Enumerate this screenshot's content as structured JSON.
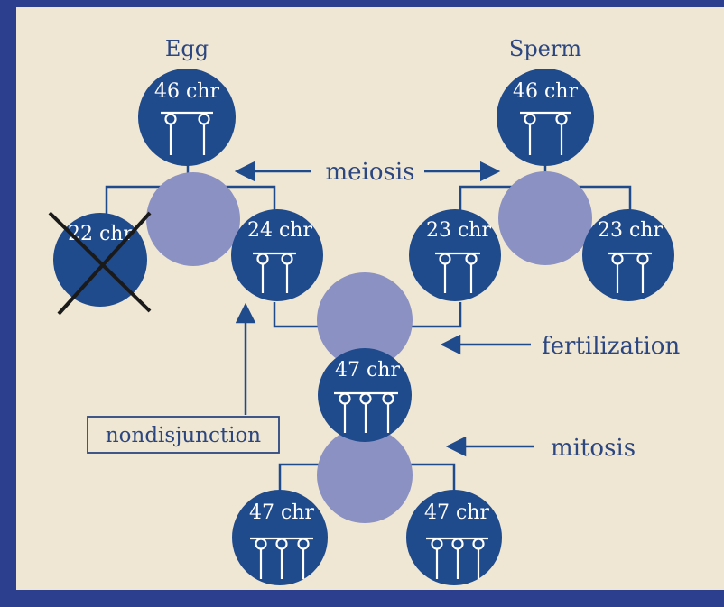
{
  "colors": {
    "background_frame": "#2b3f8e",
    "panel": "#efe7d3",
    "cell": "#1f4a8c",
    "dividing_cell": "#8b91c2",
    "line": "#1f4a8c",
    "label_text": "#2b4680",
    "cross": "#1a1a1a"
  },
  "labels": {
    "egg": "Egg",
    "sperm": "Sperm",
    "meiosis": "meiosis",
    "fertilization": "fertilization",
    "mitosis": "mitosis",
    "nondisjunction": "nondisjunction"
  },
  "cells": {
    "egg_parent": "46 chr",
    "sperm_parent": "46 chr",
    "egg_discarded": "22 chr",
    "egg_gamete": "24 chr",
    "sperm_gamete_left": "23 chr",
    "sperm_gamete_right": "23 chr",
    "zygote": "47 chr",
    "daughter_left": "47 chr",
    "daughter_right": "47 chr"
  }
}
